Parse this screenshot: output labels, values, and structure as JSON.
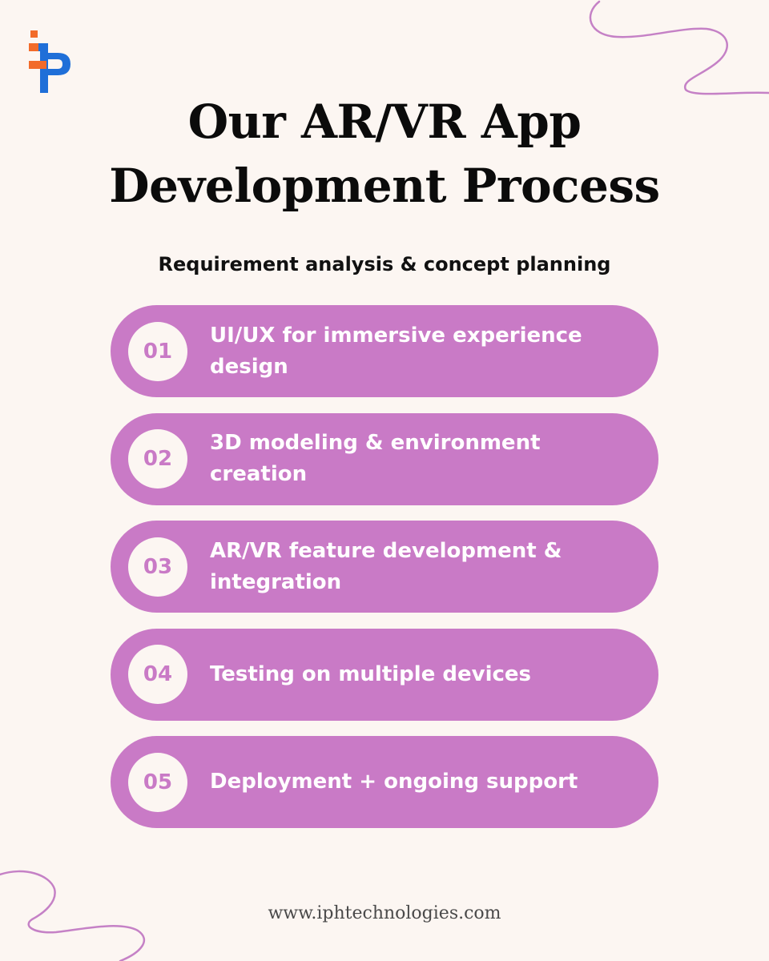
{
  "colors": {
    "background": "#fcf6f2",
    "accent": "#c97ac6",
    "squiggle": "#c581c6",
    "logo_orange": "#f26b2a",
    "logo_blue": "#1f6fd8",
    "text": "#0b0b0b"
  },
  "logo": {
    "icon": "iph-logo-icon"
  },
  "title": {
    "line1": "Our AR/VR App",
    "line2": "Development Process"
  },
  "subtitle": "Requirement analysis & concept planning",
  "steps": [
    {
      "number": "01",
      "label": "UI/UX for immersive experience design"
    },
    {
      "number": "02",
      "label": "3D modeling & environment creation"
    },
    {
      "number": "03",
      "label": "AR/VR feature development & integration"
    },
    {
      "number": "04",
      "label": "Testing on multiple devices"
    },
    {
      "number": "05",
      "label": "Deployment + ongoing support"
    }
  ],
  "footer": {
    "website": "www.iphtechnologies.com"
  },
  "decorations": {
    "top_right": "squiggle-line-icon",
    "bottom_left": "squiggle-line-icon"
  }
}
